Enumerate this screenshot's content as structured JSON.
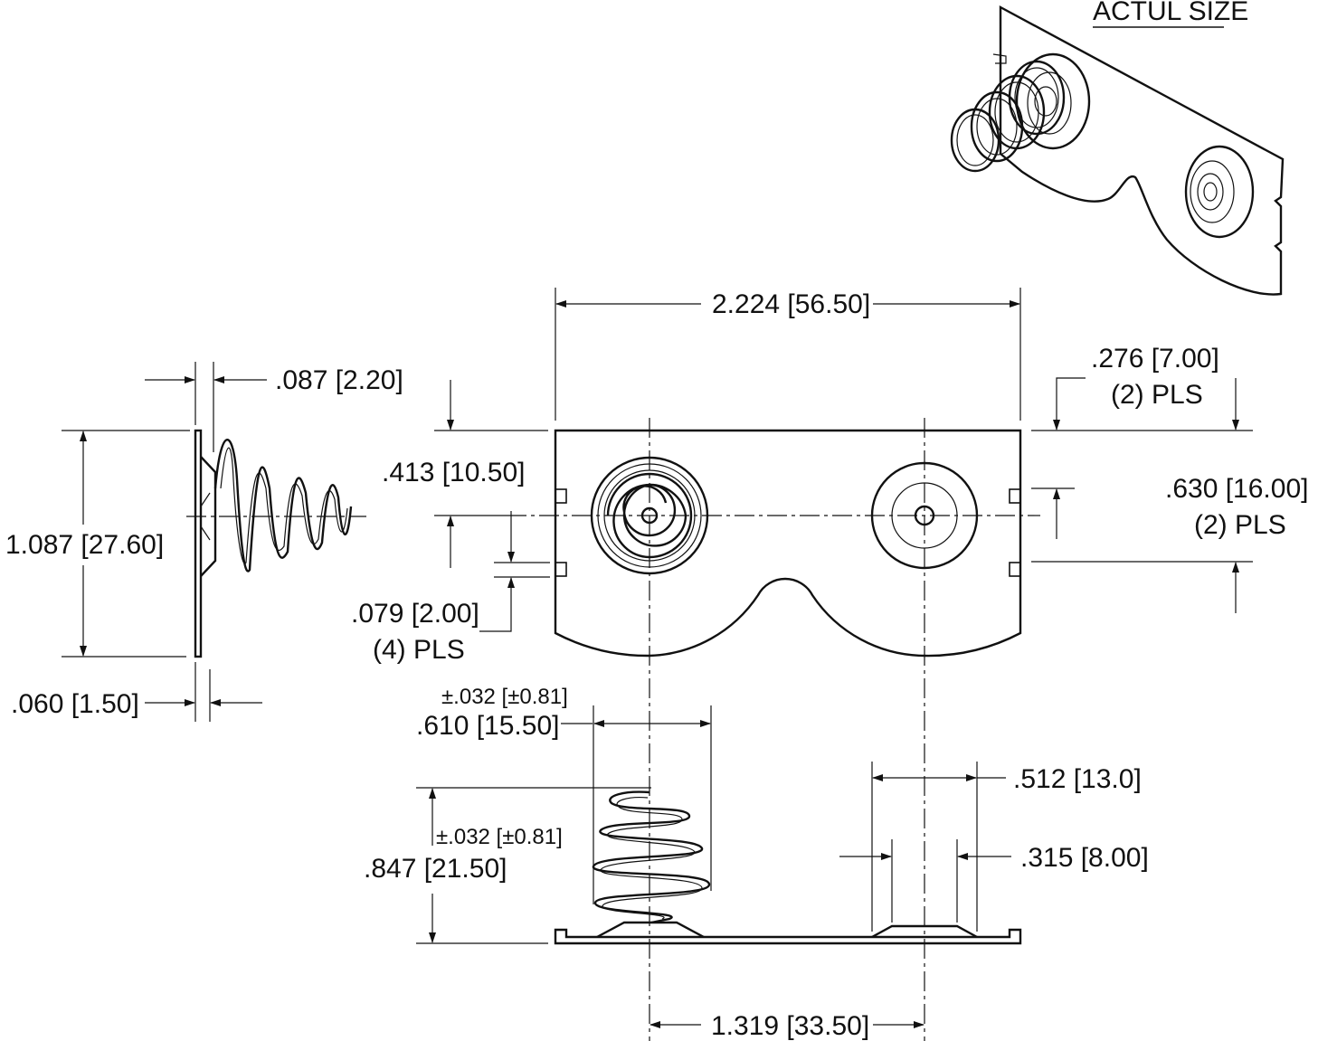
{
  "labels": {
    "actual_size": "ACTUL SIZE",
    "width_overall": "2.224 [56.50]",
    "plate_thickness_gap": ".087 [2.20]",
    "height_overall": "1.087 [27.60]",
    "plate_thickness": ".060 [1.50]",
    "slot_offset": ".413 [10.50]",
    "slot_width": ".079 [2.00]",
    "slot_width_qty": "(4) PLS",
    "tab_depth": ".276 [7.00]",
    "tab_depth_qty": "(2) PLS",
    "slot_spacing": ".630 [16.00]",
    "slot_spacing_qty": "(2) PLS",
    "spring_diameter_tol": "±.032 [±0.81]",
    "spring_diameter": ".610 [15.50]",
    "spring_height_tol": "±.032 [±0.81]",
    "spring_height": ".847 [21.50]",
    "boss_outer": ".512 [13.0]",
    "boss_inner": ".315 [8.00]",
    "contact_spacing": "1.319 [33.50]"
  }
}
